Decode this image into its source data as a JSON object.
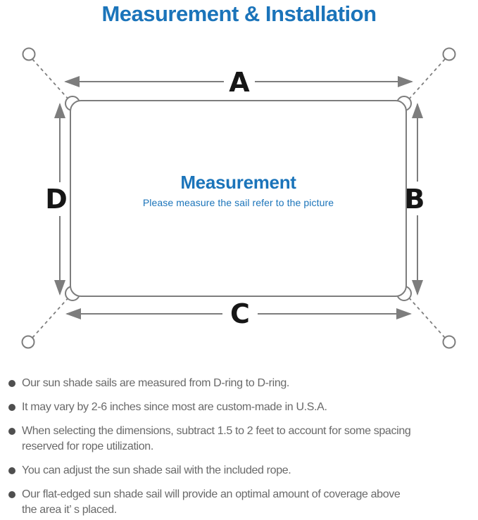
{
  "page": {
    "title": "Measurement & Installation"
  },
  "diagram": {
    "dimension_labels": {
      "top": "A",
      "right": "B",
      "bottom": "C",
      "left": "D"
    },
    "center": {
      "title": "Measurement",
      "subtitle": "Please measure the sail refer to the picture"
    }
  },
  "notes": [
    {
      "lines": [
        "Our sun shade sails are measured from D-ring to D-ring."
      ]
    },
    {
      "lines": [
        "It may vary by 2-6 inches since most are custom-made in U.S.A."
      ]
    },
    {
      "lines": [
        "When selecting the dimensions, subtract 1.5 to 2 feet to account for some spacing",
        "reserved for rope utilization."
      ]
    },
    {
      "lines": [
        "You can adjust the sun shade sail with the included rope."
      ]
    },
    {
      "lines": [
        "Our flat-edged sun shade sail will provide an optimal amount of coverage above",
        "the area it’ s placed."
      ]
    }
  ],
  "colors": {
    "accent_blue": "#1b74ba",
    "line_gray": "#7d7d7d",
    "label_black": "#161616",
    "note_gray": "#696969"
  }
}
